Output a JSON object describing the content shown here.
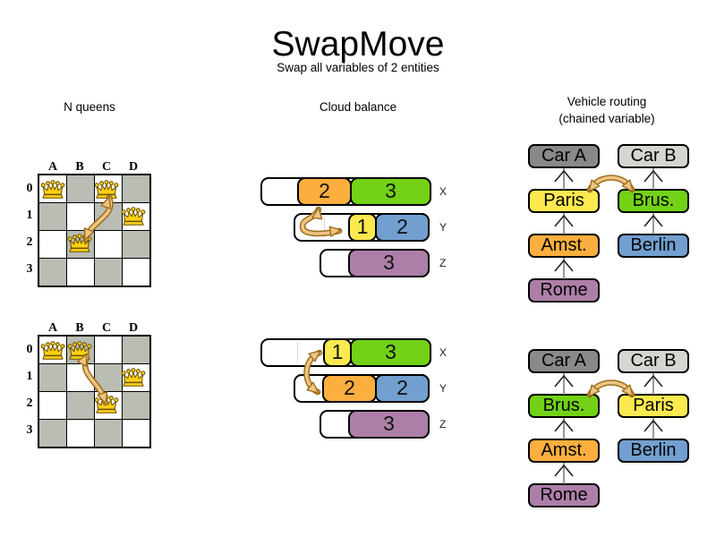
{
  "title": "SwapMove",
  "subtitle": "Swap all variables of 2 entities",
  "sections": {
    "nqueens": {
      "header": "N queens"
    },
    "cloud": {
      "header": "Cloud balance"
    },
    "vehicle": {
      "header_line1": "Vehicle routing",
      "header_line2": "(chained variable)"
    }
  },
  "colors": {
    "orange": "#fcaf3e",
    "green": "#73d216",
    "yellow": "#fce94f",
    "blue": "#729fcf",
    "purple": "#ad7fa8",
    "car_a_gray": "#898989",
    "car_b_gray": "#d3d7cf",
    "board_gray": "#b9bdb4",
    "arrow_tan": "#eec583",
    "arrow_outline": "#9c6d1c"
  },
  "nqueens": {
    "col_headers": [
      "A",
      "B",
      "C",
      "D"
    ],
    "row_headers": [
      "0",
      "1",
      "2",
      "3"
    ],
    "before": {
      "queens": [
        [
          0,
          0
        ],
        [
          2,
          0
        ],
        [
          3,
          1
        ],
        [
          1,
          2
        ]
      ],
      "swap_from_cell": "C0",
      "swap_to_cell": "B2"
    },
    "after": {
      "queens": [
        [
          0,
          0
        ],
        [
          1,
          0
        ],
        [
          3,
          1
        ],
        [
          2,
          2
        ]
      ],
      "swap_from_cell": "B0",
      "swap_to_cell": "C2"
    }
  },
  "cloud": {
    "before": [
      {
        "label": "X",
        "blocks": [
          {
            "value": "2",
            "color": "orange"
          },
          {
            "value": "3",
            "color": "green"
          }
        ]
      },
      {
        "label": "Y",
        "blocks": [
          {
            "value": "1",
            "color": "yellow"
          },
          {
            "value": "2",
            "color": "blue"
          }
        ]
      },
      {
        "label": "Z",
        "blocks": [
          {
            "value": "3",
            "color": "purple"
          }
        ]
      }
    ],
    "after": [
      {
        "label": "X",
        "blocks": [
          {
            "value": "1",
            "color": "yellow"
          },
          {
            "value": "3",
            "color": "green"
          }
        ]
      },
      {
        "label": "Y",
        "blocks": [
          {
            "value": "2",
            "color": "orange"
          },
          {
            "value": "2",
            "color": "blue"
          }
        ]
      },
      {
        "label": "Z",
        "blocks": [
          {
            "value": "3",
            "color": "purple"
          }
        ]
      }
    ]
  },
  "vehicle": {
    "before": {
      "left_chain": [
        {
          "label": "Car A",
          "color": "car_a_gray"
        },
        {
          "label": "Paris",
          "color": "yellow"
        },
        {
          "label": "Amst.",
          "color": "orange"
        },
        {
          "label": "Rome",
          "color": "purple"
        }
      ],
      "right_chain": [
        {
          "label": "Car B",
          "color": "car_b_gray"
        },
        {
          "label": "Brus.",
          "color": "green"
        },
        {
          "label": "Berlin",
          "color": "blue"
        }
      ],
      "swap_pair": [
        "Paris",
        "Brus."
      ]
    },
    "after": {
      "left_chain": [
        {
          "label": "Car A",
          "color": "car_a_gray"
        },
        {
          "label": "Brus.",
          "color": "green"
        },
        {
          "label": "Amst.",
          "color": "orange"
        },
        {
          "label": "Rome",
          "color": "purple"
        }
      ],
      "right_chain": [
        {
          "label": "Car B",
          "color": "car_b_gray"
        },
        {
          "label": "Paris",
          "color": "yellow"
        },
        {
          "label": "Berlin",
          "color": "blue"
        }
      ],
      "swap_pair": [
        "Brus.",
        "Paris"
      ]
    }
  }
}
